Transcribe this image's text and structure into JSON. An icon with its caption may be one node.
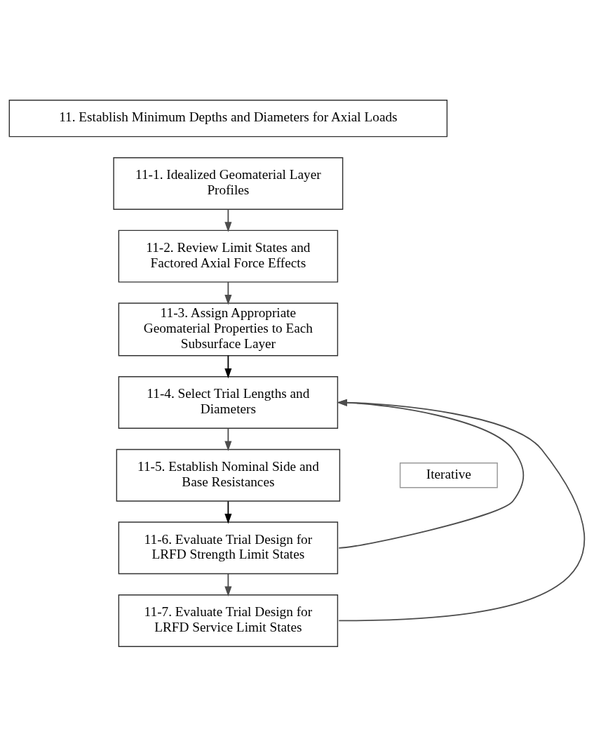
{
  "diagram": {
    "nodes": [
      {
        "text": [
          "11. Establish Minimum Depths and Diameters for Axial Loads"
        ]
      },
      {
        "text": [
          "11-1. Idealized Geomaterial Layer Profiles"
        ]
      },
      {
        "text": [
          "11-2. Review Limit States and Factored Axial Force Effects"
        ]
      },
      {
        "text": [
          "11-3. Assign Appropriate Geomaterial Properties to Each Subsurface Layer"
        ]
      },
      {
        "text": [
          "11-4. Select Trial Lengths and Diameters"
        ]
      },
      {
        "text": [
          "11-5. Establish Nominal Side and Base Resistances"
        ]
      },
      {
        "text": [
          "11-6. Evaluate Trial Design for LRFD Strength Limit States"
        ]
      },
      {
        "text": [
          "11-7. Evaluate Trial Design for LRFD Service Limit States"
        ]
      },
      {
        "text": [
          "Iterative"
        ]
      }
    ],
    "edges": [
      {
        "from": 1,
        "to": 2,
        "arrow": "to"
      },
      {
        "from": 2,
        "to": 3,
        "arrow": "to"
      },
      {
        "from": 3,
        "to": 4,
        "arrow": "to",
        "color": "#000000"
      },
      {
        "from": 4,
        "to": 5,
        "arrow": "to"
      },
      {
        "from": 5,
        "to": 6,
        "arrow": "to",
        "color": "#000000"
      },
      {
        "from": 6,
        "to": 7,
        "arrow": "to"
      },
      {
        "from": 6,
        "to": 4,
        "arrow": "to"
      },
      {
        "from": 7,
        "to": 4,
        "arrow": "to"
      }
    ]
  }
}
